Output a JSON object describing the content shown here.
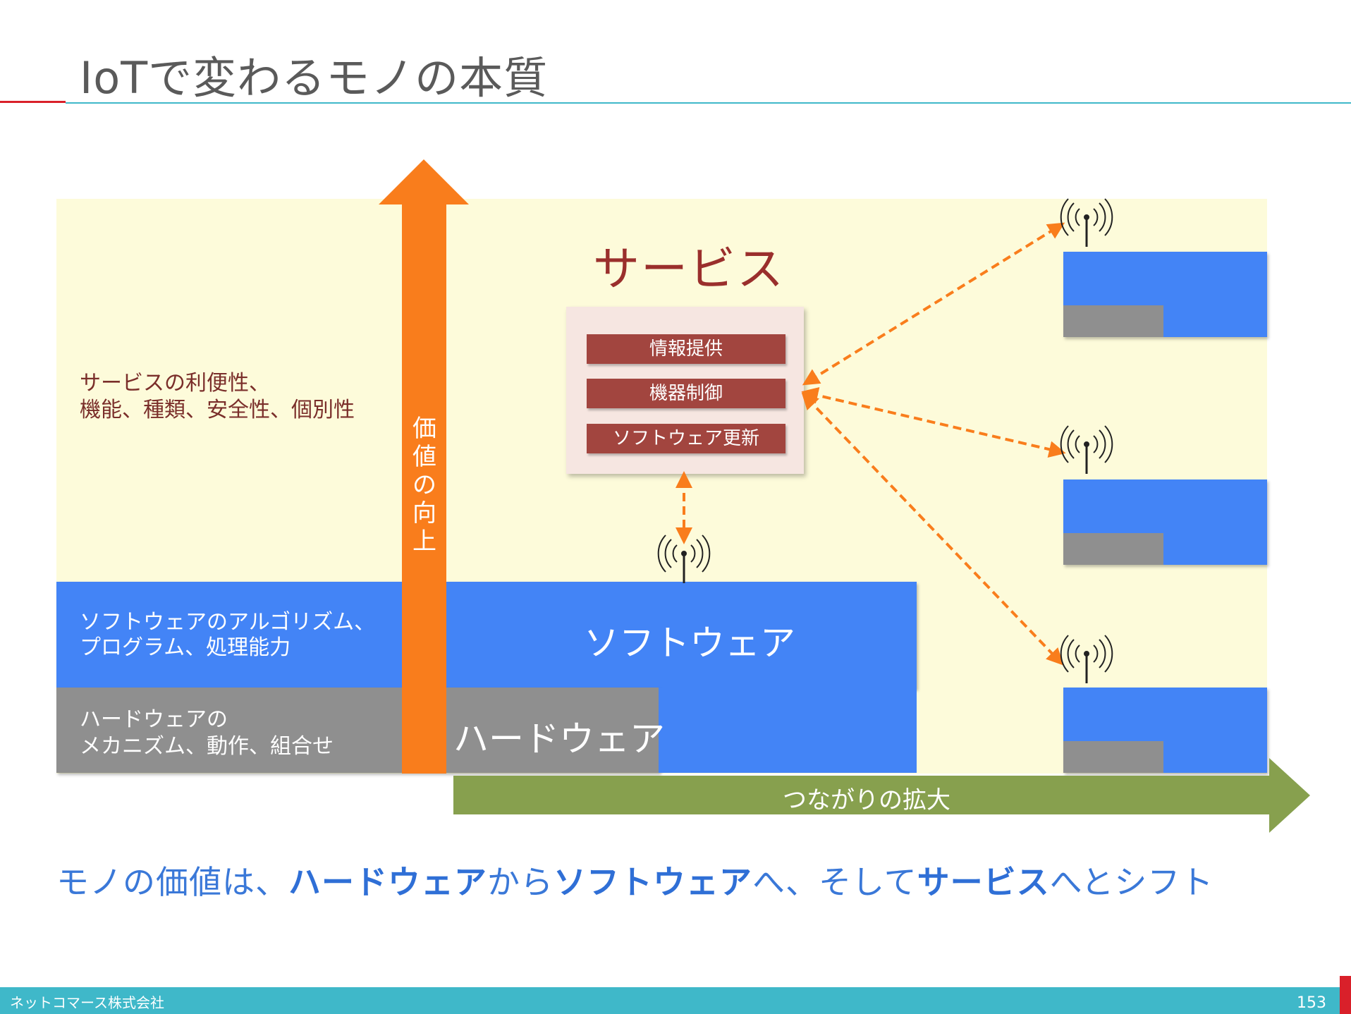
{
  "title": "IoTで変わるモノの本質",
  "left_labels": {
    "service": [
      "サービスの利便性、",
      "機能、種類、安全性、個別性"
    ],
    "software": [
      "ソフトウェアのアルゴリズム、",
      "プログラム、処理能力"
    ],
    "hardware": [
      "ハードウェアの",
      "メカニズム、動作、組合せ"
    ]
  },
  "value_axis_label": "価値の向上",
  "connection_axis_label": "つながりの拡大",
  "layers": {
    "service": "サービス",
    "software": "ソフトウェア",
    "hardware": "ハードウェア"
  },
  "service_items": [
    "情報提供",
    "機器制御",
    "ソフトウェア更新"
  ],
  "bottom_text": {
    "p1": "モノの価値は、",
    "b1": "ハードウェア",
    "p2": "から",
    "b2": "ソフトウェア",
    "p3": "へ、そして",
    "b3": "サービス",
    "p4": "へとシフト"
  },
  "footer": {
    "company": "ネットコマース株式会社",
    "page": "153"
  },
  "colors": {
    "value_arrow": "#f97d1c",
    "connection_arrow": "#87a04e",
    "software": "#4384f6",
    "hardware": "#8f8f8f",
    "service_bg": "#fdfbda",
    "accent_teal": "#3fb8c9",
    "accent_red": "#d9202a"
  },
  "icons": [
    "antenna-icon"
  ]
}
